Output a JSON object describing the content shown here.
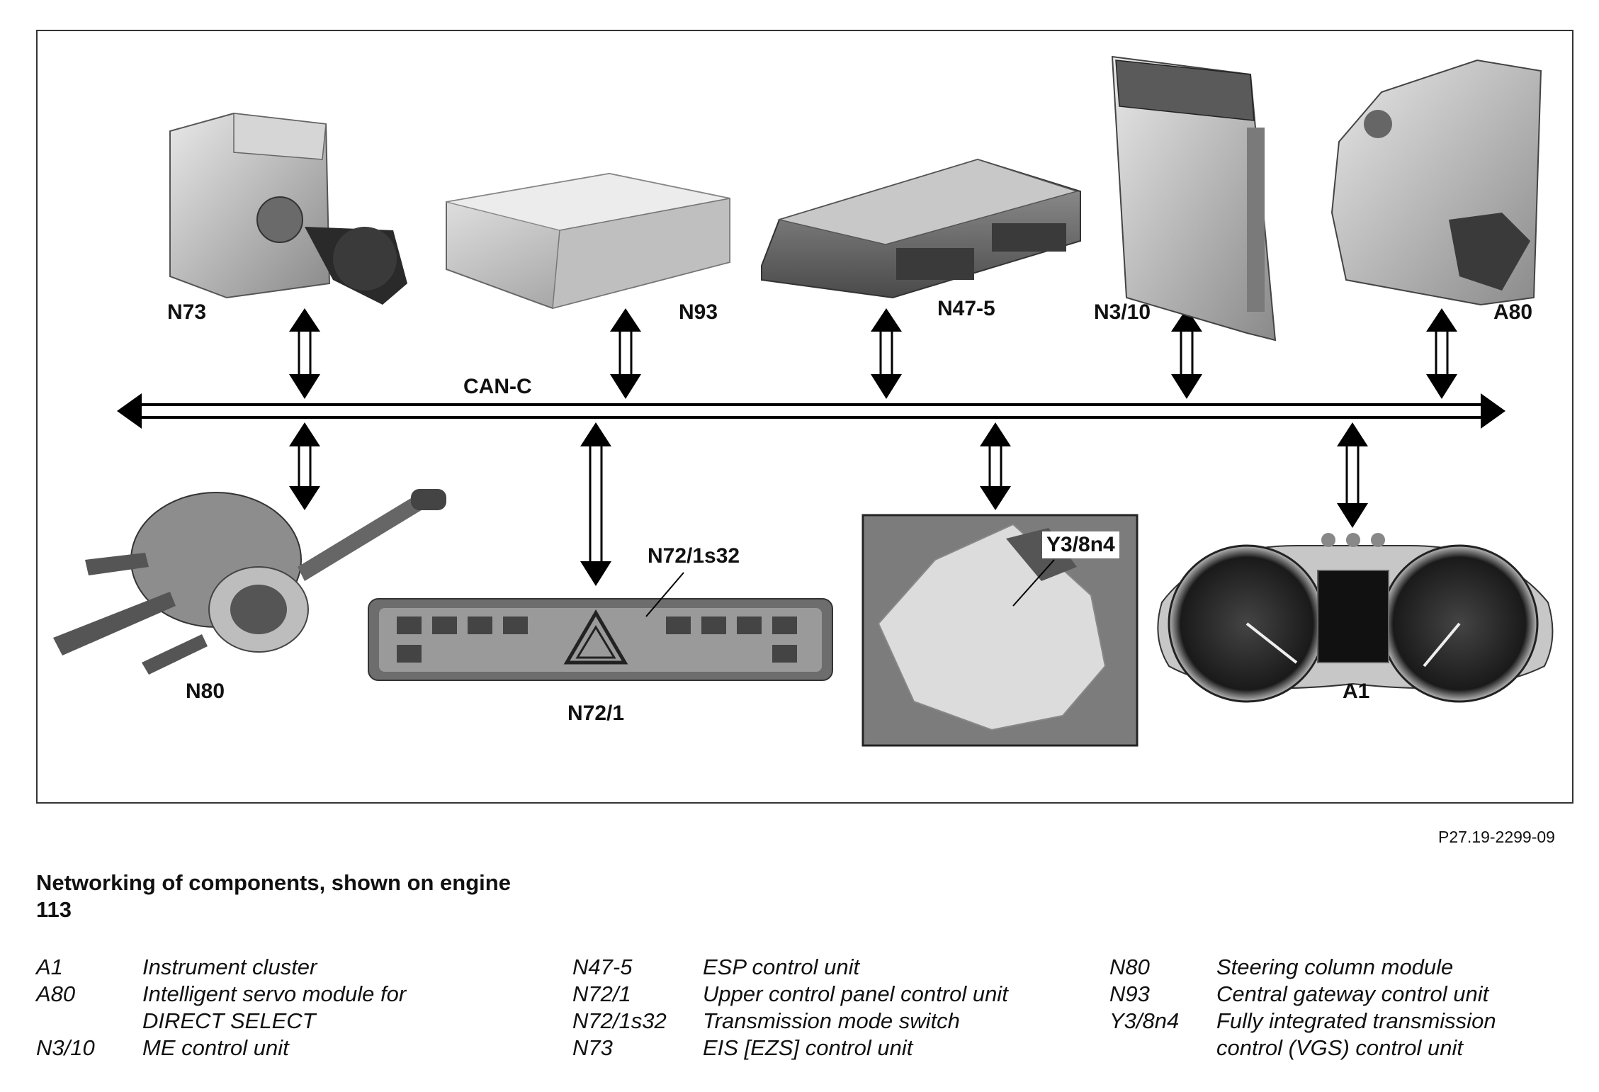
{
  "bus": {
    "label": "CAN-C"
  },
  "components": {
    "n73": "N73",
    "n93": "N93",
    "n47_5": "N47-5",
    "n3_10": "N3/10",
    "a80": "A80",
    "n80": "N80",
    "n72_1": "N72/1",
    "n72_1s32": "N72/1s32",
    "y3_8n4": "Y3/8n4",
    "a1": "A1"
  },
  "figure_id": "P27.19-2299-09",
  "caption": "Networking of components, shown on engine 113",
  "legend": {
    "col1": [
      {
        "code": "A1",
        "desc": "Instrument cluster"
      },
      {
        "code": "A80",
        "desc": "Intelligent servo module for DIRECT SELECT"
      },
      {
        "code": "N3/10",
        "desc": "ME control unit"
      }
    ],
    "col2": [
      {
        "code": "N47-5",
        "desc": "ESP control unit"
      },
      {
        "code": "N72/1",
        "desc": "Upper control panel control unit"
      },
      {
        "code": "N72/1s32",
        "desc": "Transmission mode switch"
      },
      {
        "code": "N73",
        "desc": "EIS [EZS] control unit"
      }
    ],
    "col3": [
      {
        "code": "N80",
        "desc": "Steering column module"
      },
      {
        "code": "N93",
        "desc": "Central gateway control unit"
      },
      {
        "code": "Y3/8n4",
        "desc": "Fully integrated transmission control (VGS) control unit"
      }
    ]
  }
}
